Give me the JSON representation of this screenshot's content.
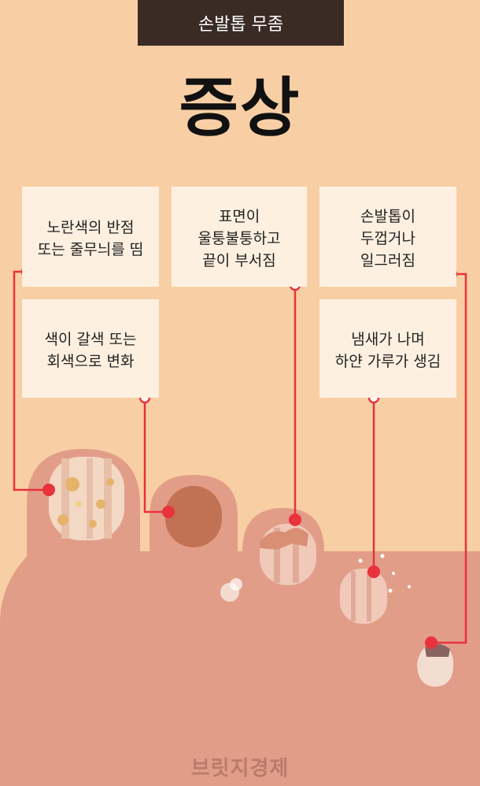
{
  "header": {
    "tag": "손발톱 무좀"
  },
  "title": "증상",
  "symptoms": [
    {
      "lines": [
        "노란색의 반점",
        "또는 줄무늬를 띰"
      ]
    },
    {
      "lines": [
        "표면이",
        "울퉁불퉁하고",
        "끝이 부서짐"
      ]
    },
    {
      "lines": [
        "손발톱이",
        "두껍거나",
        "일그러짐"
      ]
    },
    {
      "lines": [
        "색이 갈색 또는",
        "회색으로 변화"
      ]
    },
    {
      "lines": [
        "냄새가 나며",
        "하얀 가루가 생김"
      ]
    }
  ],
  "brand": "브릿지경제",
  "colors": {
    "background": "#f8cfa4",
    "header_bg": "#3a2b25",
    "card_bg": "#fdf0e0",
    "skin": "#e29d88",
    "accent_red": "#e8323c"
  }
}
